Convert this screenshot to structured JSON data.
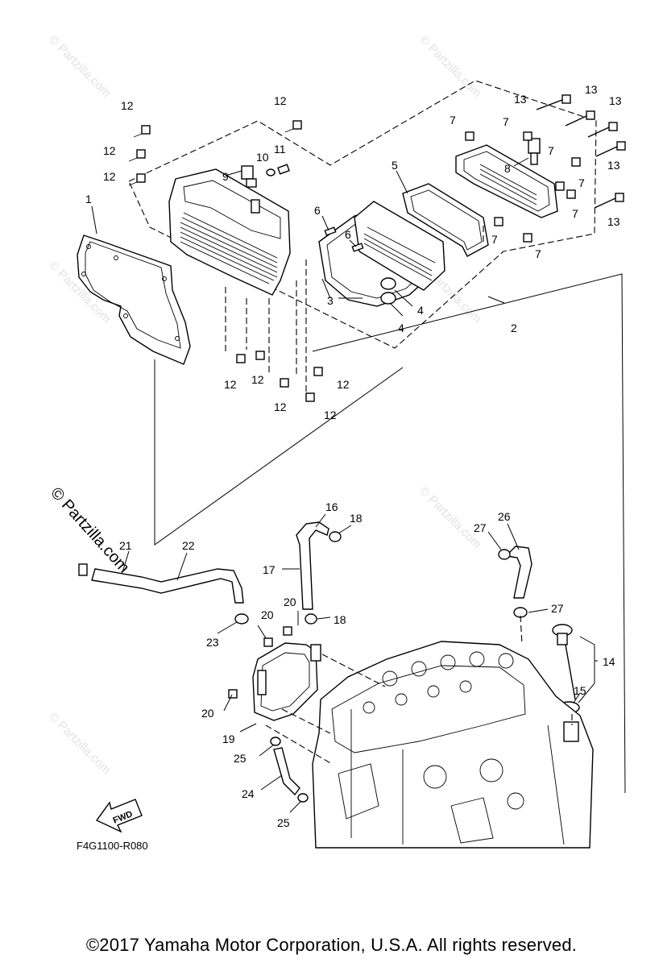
{
  "watermark": "© Partzilla.com",
  "callouts": {
    "c1": "1",
    "c2": "2",
    "c3": "3",
    "c4": "4",
    "c5": "5",
    "c6": "6",
    "c7": "7",
    "c8": "8",
    "c9": "9",
    "c10": "10",
    "c11": "11",
    "c12": "12",
    "c13": "13",
    "c14": "14",
    "c15": "15",
    "c16": "16",
    "c17": "17",
    "c18": "18",
    "c19": "19",
    "c20": "20",
    "c21": "21",
    "c22": "22",
    "c23": "23",
    "c24": "24",
    "c25": "25",
    "c26": "26",
    "c27": "27"
  },
  "fwd_label": "FWD",
  "diagram_code": "F4G1100-R080",
  "copyright": "©2017  Yamaha Motor Corporation, U.S.A. All rights reserved."
}
